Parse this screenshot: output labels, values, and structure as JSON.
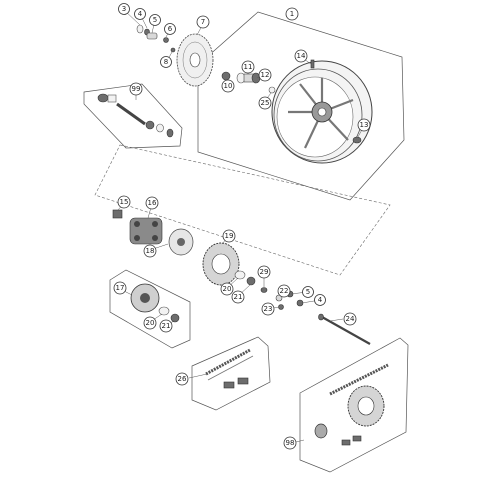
{
  "diagram": {
    "callouts": [
      {
        "id": "c1",
        "label": "1"
      },
      {
        "id": "c3",
        "label": "3"
      },
      {
        "id": "c4",
        "label": "4"
      },
      {
        "id": "c5",
        "label": "5"
      },
      {
        "id": "c6",
        "label": "6"
      },
      {
        "id": "c7",
        "label": "7"
      },
      {
        "id": "c8",
        "label": "8"
      },
      {
        "id": "c10",
        "label": "10"
      },
      {
        "id": "c11",
        "label": "11"
      },
      {
        "id": "c12",
        "label": "12"
      },
      {
        "id": "c13",
        "label": "13"
      },
      {
        "id": "c14",
        "label": "14"
      },
      {
        "id": "c25",
        "label": "25"
      },
      {
        "id": "c99",
        "label": "99"
      },
      {
        "id": "c15",
        "label": "15"
      },
      {
        "id": "c16",
        "label": "16"
      },
      {
        "id": "c18",
        "label": "18"
      },
      {
        "id": "c19",
        "label": "19"
      },
      {
        "id": "c20a",
        "label": "20"
      },
      {
        "id": "c21a",
        "label": "21"
      },
      {
        "id": "c29",
        "label": "29"
      },
      {
        "id": "c22",
        "label": "22"
      },
      {
        "id": "c5b",
        "label": "5"
      },
      {
        "id": "c4b",
        "label": "4"
      },
      {
        "id": "c23",
        "label": "23"
      },
      {
        "id": "c24",
        "label": "24"
      },
      {
        "id": "c17",
        "label": "17"
      },
      {
        "id": "c20b",
        "label": "20"
      },
      {
        "id": "c21b",
        "label": "21"
      },
      {
        "id": "c26",
        "label": "26"
      },
      {
        "id": "c98",
        "label": "98"
      }
    ]
  }
}
